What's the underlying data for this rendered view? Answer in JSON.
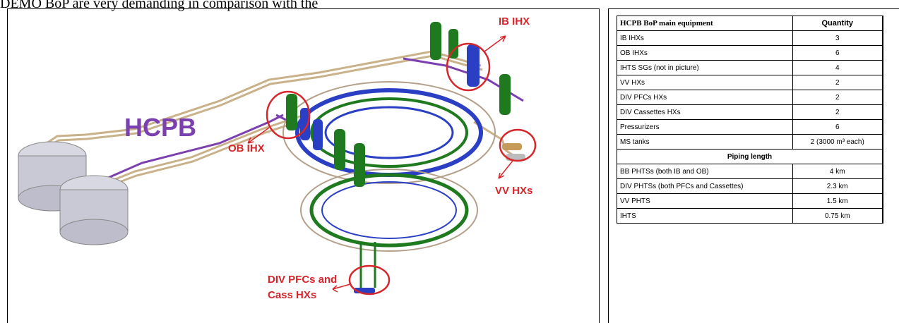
{
  "page": {
    "intro_line": "DEMO BoP are very demanding in comparison with the"
  },
  "figure": {
    "hcpb_label": "HCPB",
    "callouts": {
      "ib_ihx": "IB IHX",
      "ob_ihx": "OB IHX",
      "vv_hxs": "VV HXs",
      "div_line1": "DIV  PFCs and",
      "div_line2": "Cass HXs"
    },
    "colors": {
      "callout": "#d7262b",
      "hcpb": "#7b3fb0",
      "green_pipe": "#1f7a1f",
      "blue_pipe": "#2a3fc4",
      "tan_pipe": "#c9b28a",
      "tank": "#c9c9d6"
    }
  },
  "table": {
    "header": {
      "equipment": "HCPB BoP main equipment",
      "quantity": "Quantity"
    },
    "rows": [
      {
        "item": "IB IHXs",
        "qty": "3"
      },
      {
        "item": "OB IHXs",
        "qty": "6"
      },
      {
        "item": "IHTS SGs (not in  picture)",
        "qty": "4"
      },
      {
        "item": "VV HXs",
        "qty": "2"
      },
      {
        "item": "DIV PFCs HXs",
        "qty": "2"
      },
      {
        "item": "DIV Cassettes  HXs",
        "qty": "2"
      },
      {
        "item": "Pressurizers",
        "qty": "6"
      },
      {
        "item": "MS tanks",
        "qty": "2 (3000 m³ each)"
      }
    ],
    "piping_header": "Piping length",
    "piping_rows": [
      {
        "item": "BB PHTSs  (both IB and OB)",
        "qty": "4 km"
      },
      {
        "item": "DIV PHTSs  (both PFCs and Cassettes)",
        "qty": "2.3 km"
      },
      {
        "item": "VV PHTS",
        "qty": "1.5 km"
      },
      {
        "item": "IHTS",
        "qty": "0.75  km"
      }
    ]
  }
}
